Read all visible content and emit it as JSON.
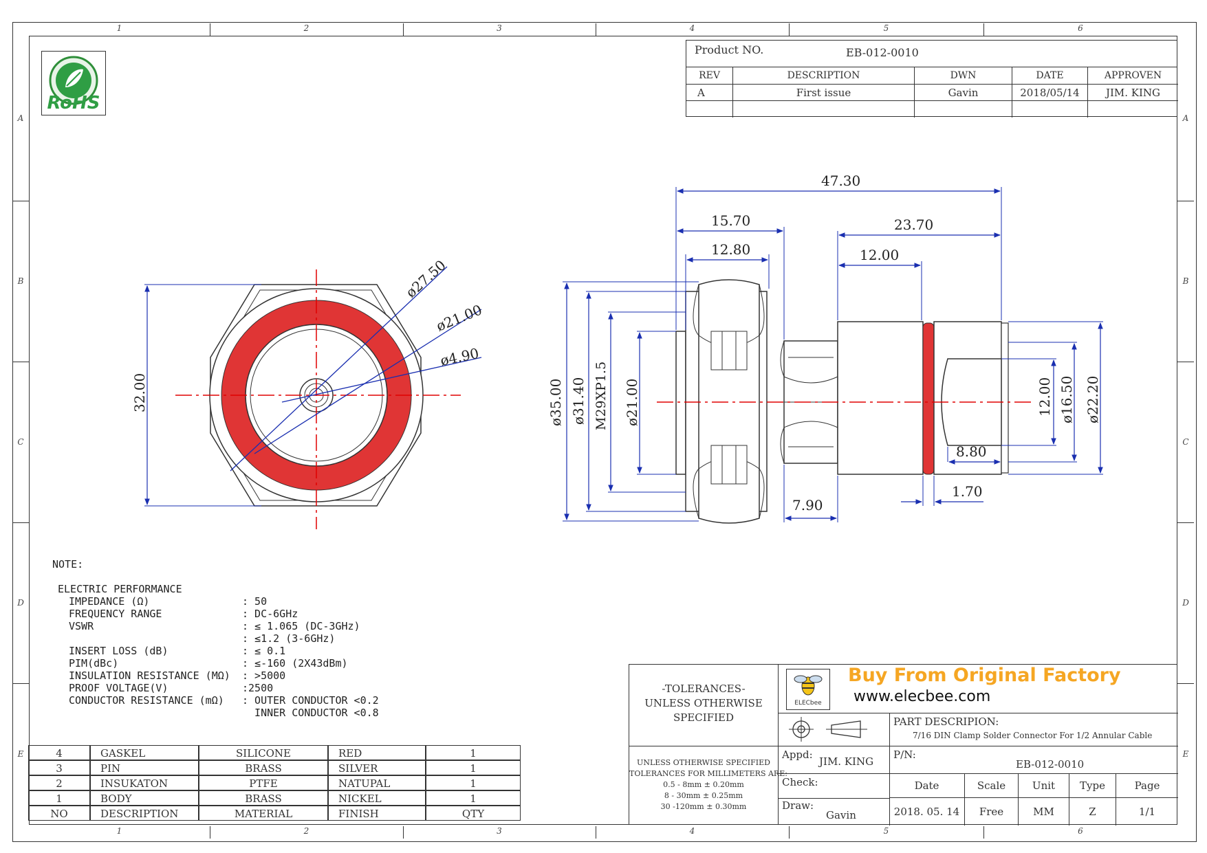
{
  "zones": {
    "cols": [
      "1",
      "2",
      "3",
      "4",
      "5",
      "6"
    ],
    "rows": [
      "A",
      "B",
      "C",
      "D",
      "E"
    ]
  },
  "logo": {
    "rohs_text": "RoHS"
  },
  "revision": {
    "product_no_label": "Product NO.",
    "product_no": "EB-012-0010",
    "headers": [
      "REV",
      "DESCRIPTION",
      "DWN",
      "DATE",
      "APPROVEN"
    ],
    "row": [
      "A",
      "First issue",
      "Gavin",
      "2018/05/14",
      "JIM. KING"
    ]
  },
  "dimensions": {
    "front": {
      "d1": "ø27.50",
      "d2": "ø21.00",
      "d3": "ø4.90",
      "height": "32.00"
    },
    "side": {
      "total": "47.30",
      "d_1570": "15.70",
      "d_1280": "12.80",
      "d_2370": "23.70",
      "d_1200": "12.00",
      "d_3500": "ø35.00",
      "d_3140": "ø31.40",
      "thread": "M29XP1.5",
      "d_2100": "ø21.00",
      "d_790": "7.90",
      "d_880": "8.80",
      "d_170": "1.70",
      "r_1200": "12.00",
      "r_1650": "ø16.50",
      "r_2220": "ø22.20"
    }
  },
  "notes": {
    "title": "NOTE:",
    "section": "ELECTRIC PERFORMANCE",
    "rows": [
      {
        "label": "IMPEDANCE (Ω)",
        "value": ": 50"
      },
      {
        "label": "FREQUENCY RANGE",
        "value": ": DC-6GHz"
      },
      {
        "label": "VSWR",
        "value": ": ≤ 1.065 (DC-3GHz)"
      },
      {
        "label": "",
        "value": ": ≤1.2 (3-6GHz)"
      },
      {
        "label": "INSERT LOSS (dB)",
        "value": ": ≤ 0.1"
      },
      {
        "label": "PIM(dBc)",
        "value": ": ≤-160 (2X43dBm)"
      },
      {
        "label": "INSULATION RESISTANCE (MΩ)",
        "value": ": >5000"
      },
      {
        "label": "PROOF VOLTAGE(V)",
        "value": ":2500"
      },
      {
        "label": "CONDUCTOR RESISTANCE (mΩ)",
        "value": ": OUTER CONDUCTOR <0.2"
      },
      {
        "label": "",
        "value": "  INNER CONDUCTOR <0.8"
      }
    ]
  },
  "bom": {
    "rows": [
      [
        "4",
        "GASKEL",
        "SILICONE",
        "RED",
        "1"
      ],
      [
        "3",
        "PIN",
        "BRASS",
        "SILVER",
        "1"
      ],
      [
        "2",
        "INSUKATON",
        "PTFE",
        "NATUPAL",
        "1"
      ],
      [
        "1",
        "BODY",
        "BRASS",
        "NICKEL",
        "1"
      ]
    ],
    "header": [
      "NO",
      "DESCRIPTION",
      "MATERIAL",
      "FINISH",
      "QTY"
    ]
  },
  "title_block": {
    "tolerances": [
      "-TOLERANCES-",
      "UNLESS OTHERWISE",
      "SPECIFIED"
    ],
    "tol_detail": [
      "UNLESS OTHERWISE SPECIFIED",
      "TOLERANCES FOR MILLIMETERS ARE:",
      "0.5 - 8mm ± 0.20mm",
      "8 - 30mm ± 0.25mm",
      "30 -120mm ± 0.30mm"
    ],
    "brand_small": "ELECbee",
    "banner": "Buy From Original Factory",
    "website": "www.elecbee.com",
    "part_desc_label": "PART DESCRIPION:",
    "part_desc": "7/16 DIN Clamp Solder Connector For 1/2 Annular Cable",
    "appd_label": "Appd:",
    "appd": "JIM. KING",
    "pn_label": "P/N:",
    "pn": "EB-012-0010",
    "check_label": "Check:",
    "draw_label": "Draw:",
    "draw": "Gavin",
    "col_headers": [
      "Date",
      "Scale",
      "Unit",
      "Type",
      "Page"
    ],
    "col_values": [
      "2018. 05. 14",
      "Free",
      "MM",
      "Z",
      "1/1"
    ]
  },
  "colors": {
    "line": "#333333",
    "dim": "#1a2fb0",
    "center": "#e00000",
    "fill": "#e03535",
    "banner": "#f5a623"
  }
}
